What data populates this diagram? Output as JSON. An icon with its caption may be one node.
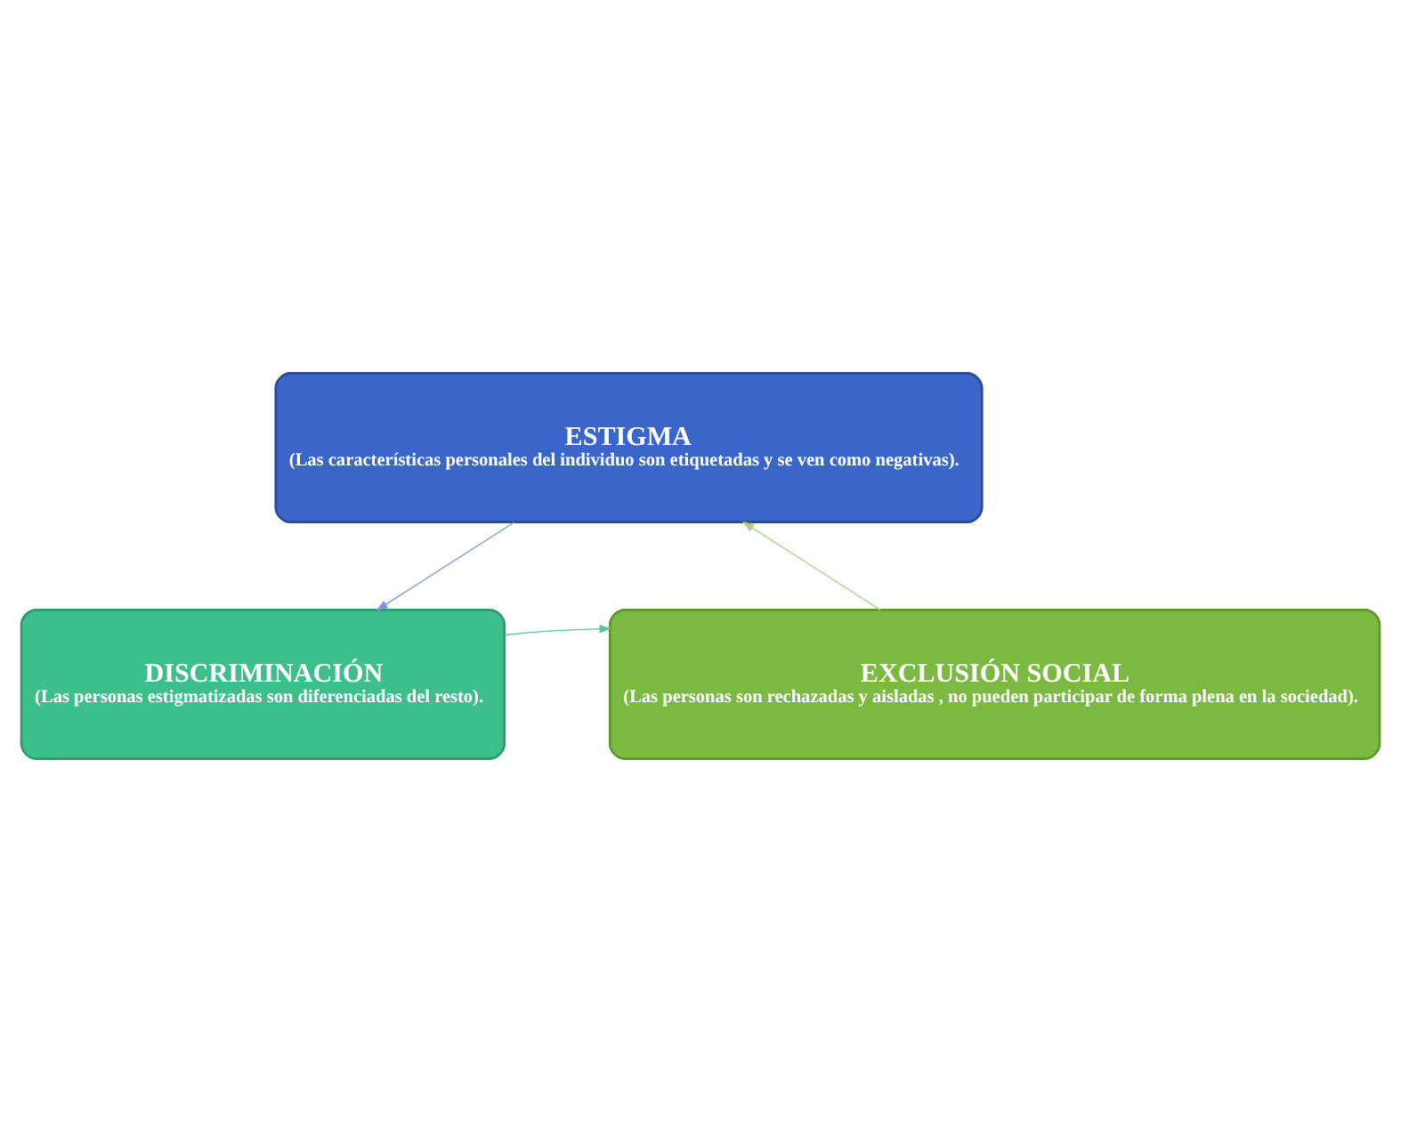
{
  "diagram": {
    "nodes": [
      {
        "text": [
          "ESTIGMA",
          "(Las características personales del individuo son etiquetadas y se ven como negativas)."
        ]
      },
      {
        "text": [
          "DISCRIMINACIÓN",
          "(Las personas estigmatizadas son diferenciadas del resto)."
        ]
      },
      {
        "text": [
          "EXCLUSIÓN SOCIAL",
          "(Las personas son rechazadas y aisladas , no pueden participar de forma plena en la sociedad)."
        ]
      }
    ],
    "edges": [
      {
        "from": 0,
        "to": 1,
        "arrow": "to",
        "color": "#7b9ad8"
      },
      {
        "from": 1,
        "to": 2,
        "arrow": "to",
        "color": "#5cc79a"
      },
      {
        "from": 2,
        "to": 0,
        "arrow": "to",
        "color": "#a8d48a"
      }
    ]
  }
}
